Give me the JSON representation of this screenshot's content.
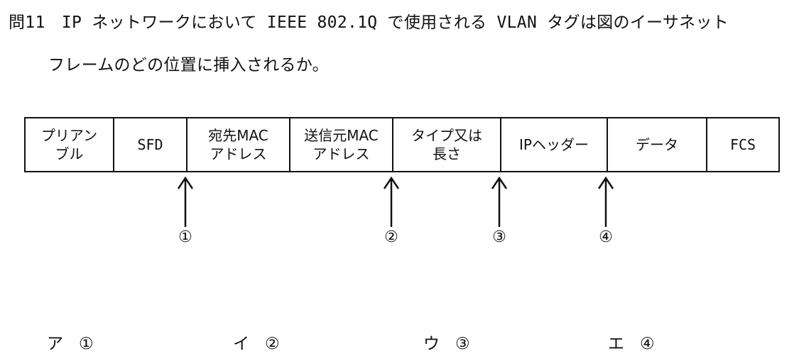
{
  "question": {
    "line1": "問11　IP ネットワークにおいて IEEE 802.1Q で使用される VLAN タグは図のイーサネット",
    "line2": "フレームのどの位置に挿入されるか。"
  },
  "frame_fields": [
    {
      "label": "プリアン\nブル"
    },
    {
      "label": "SFD"
    },
    {
      "label": "宛先MAC\nアドレス"
    },
    {
      "label": "送信元MAC\nアドレス"
    },
    {
      "label": "タイプ又は\n長さ"
    },
    {
      "label": "IPヘッダー"
    },
    {
      "label": "データ"
    },
    {
      "label": "FCS"
    }
  ],
  "markers": [
    "①",
    "②",
    "③",
    "④"
  ],
  "choices": [
    {
      "letter": "ア",
      "value": "①"
    },
    {
      "letter": "イ",
      "value": "②"
    },
    {
      "letter": "ウ",
      "value": "③"
    },
    {
      "letter": "エ",
      "value": "④"
    }
  ]
}
